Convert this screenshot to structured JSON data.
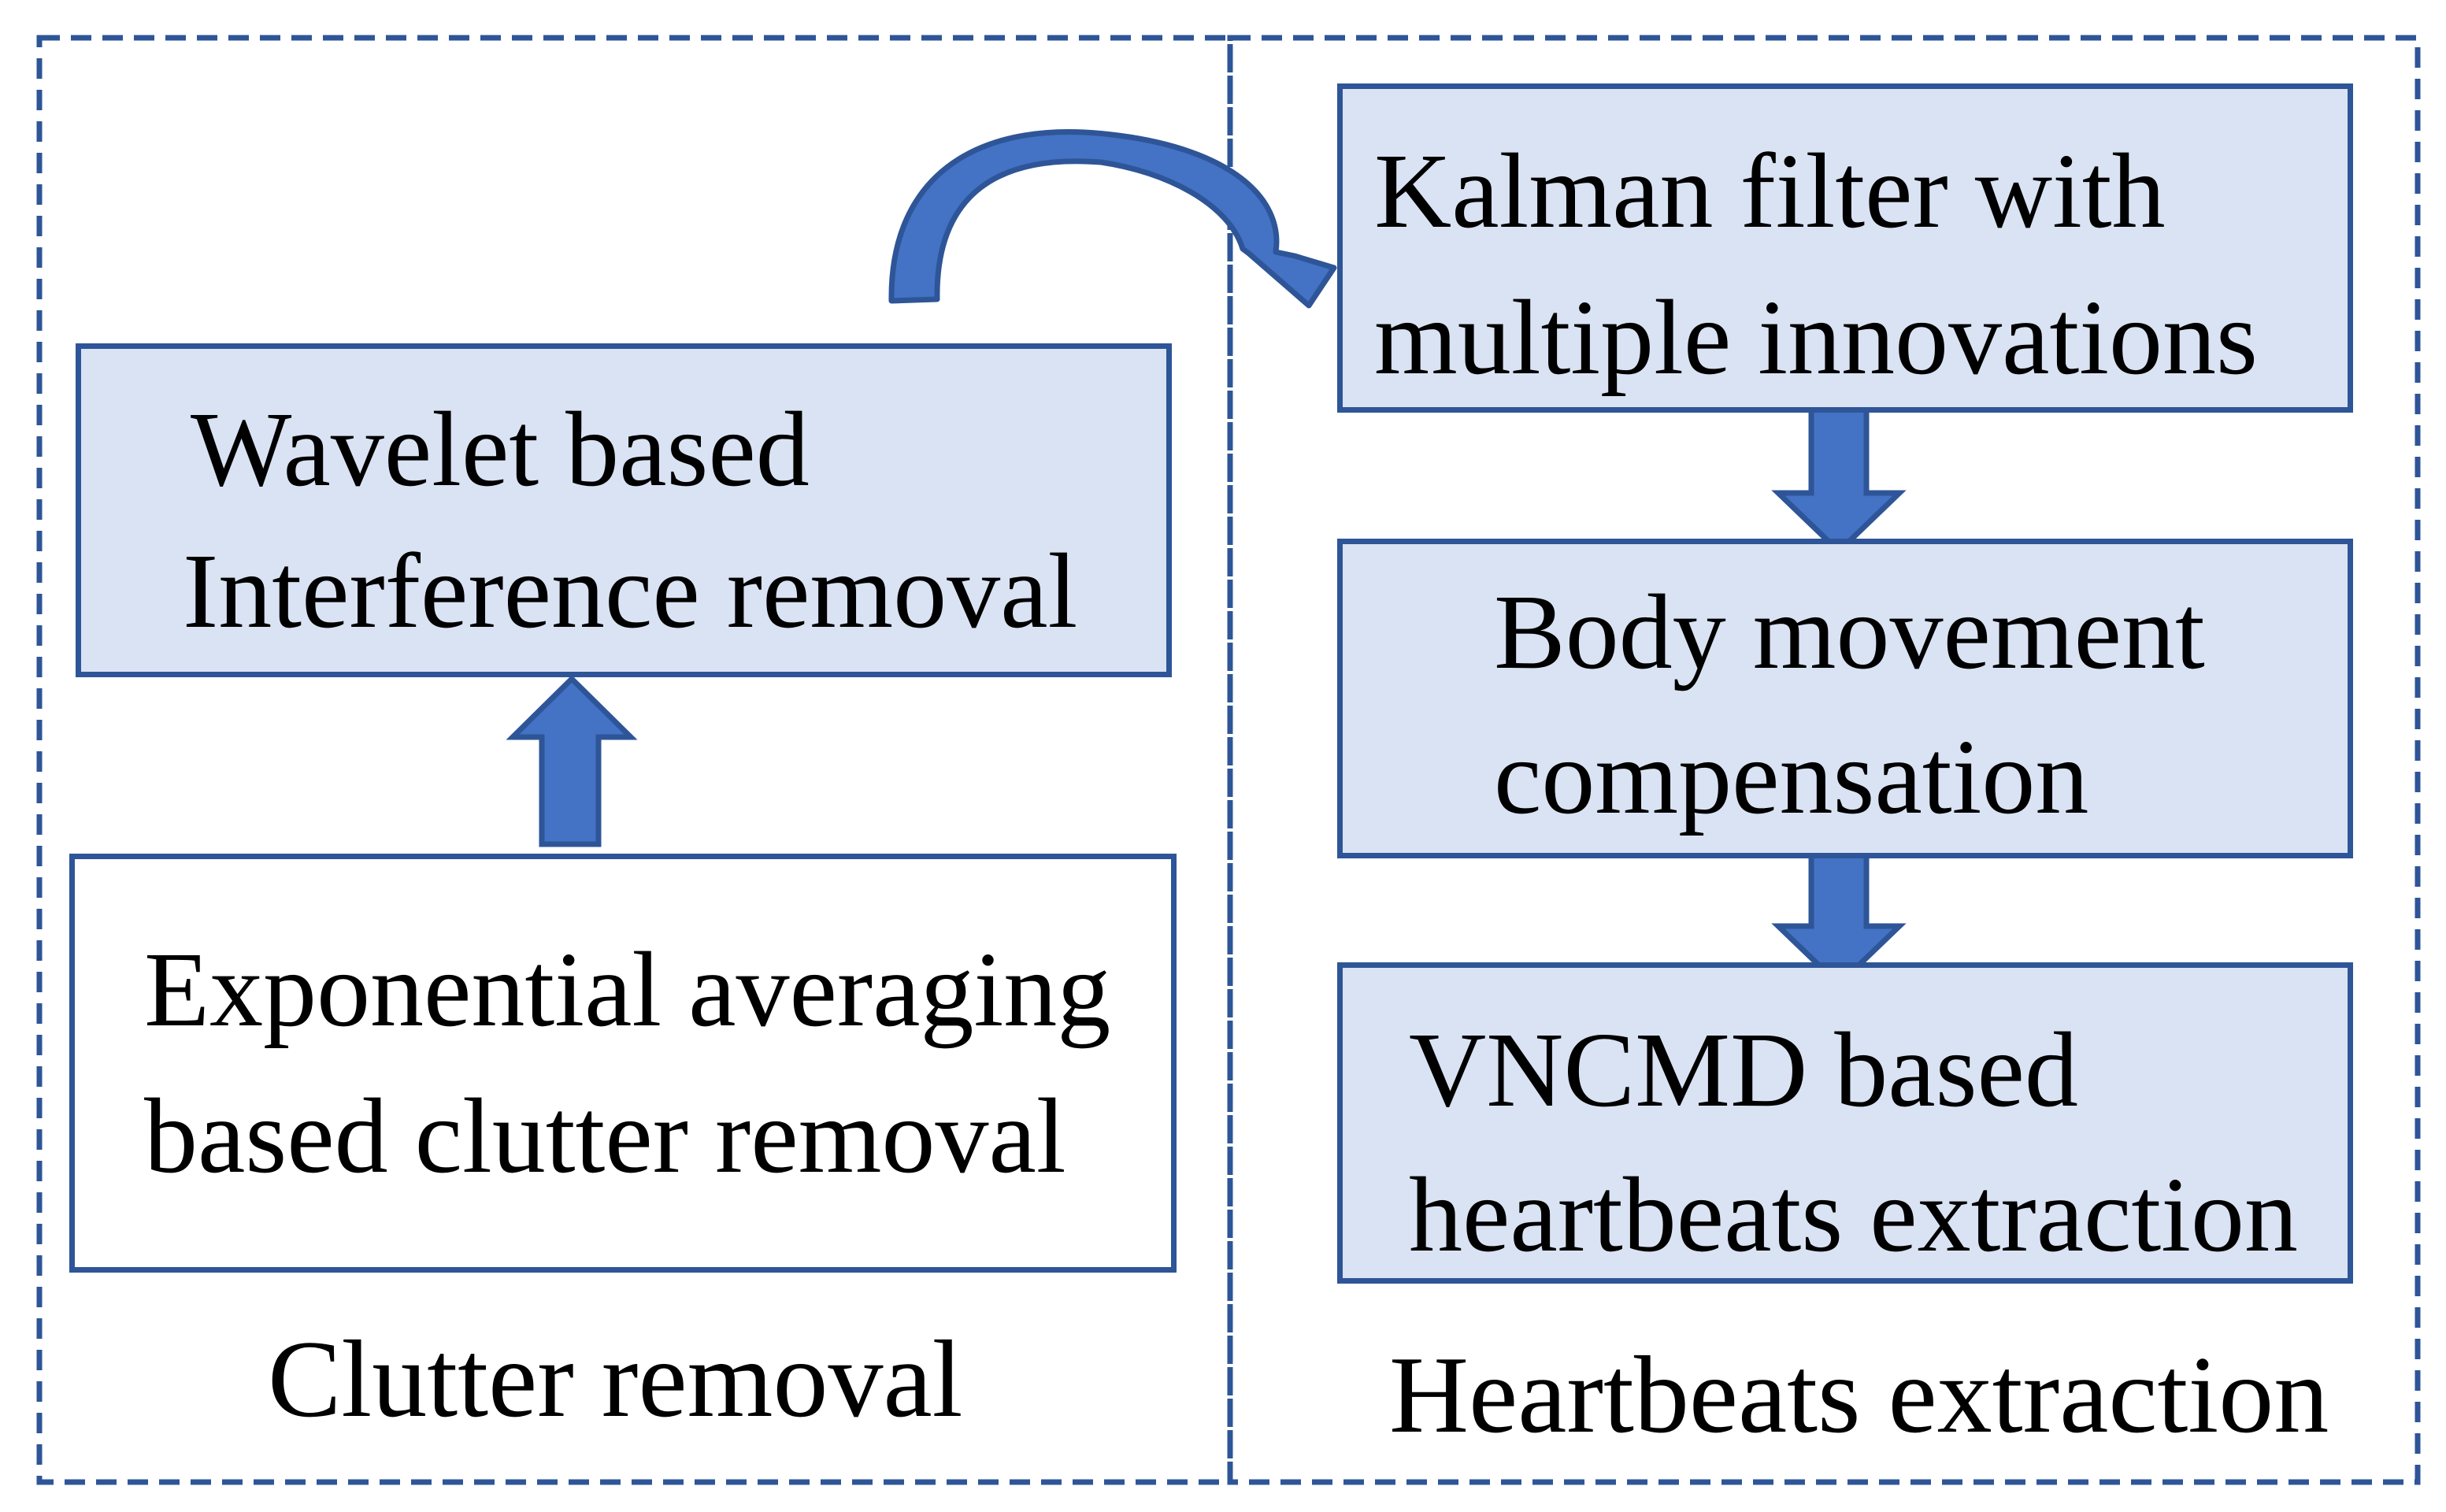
{
  "colors": {
    "frame": "#2e5597",
    "arrow_fill": "#4472c4",
    "arrow_stroke": "#2e5597",
    "box_fill": "#dae3f3",
    "box_border": "#2e5597"
  },
  "groups": {
    "clutter": {
      "label": "Clutter removal"
    },
    "heartbeats": {
      "label": "Heartbeats extraction"
    }
  },
  "boxes": {
    "exponential": {
      "line1": "Exponential averaging",
      "line2": "based clutter removal"
    },
    "wavelet": {
      "line1": "Wavelet based",
      "line2": "Interference removal"
    },
    "kalman": {
      "line1": "Kalman filter with",
      "line2": "multiple innovations"
    },
    "body": {
      "line1": "Body movement",
      "line2": "compensation"
    },
    "vncmd": {
      "line1": "VNCMD based",
      "line2": "heartbeats extraction"
    }
  },
  "arrows": [
    {
      "from": "exponential",
      "to": "wavelet",
      "icon": "up-arrow-icon"
    },
    {
      "from": "wavelet",
      "to": "kalman",
      "icon": "curved-arrow-icon"
    },
    {
      "from": "kalman",
      "to": "body",
      "icon": "down-arrow-icon"
    },
    {
      "from": "body",
      "to": "vncmd",
      "icon": "down-arrow-icon"
    }
  ]
}
